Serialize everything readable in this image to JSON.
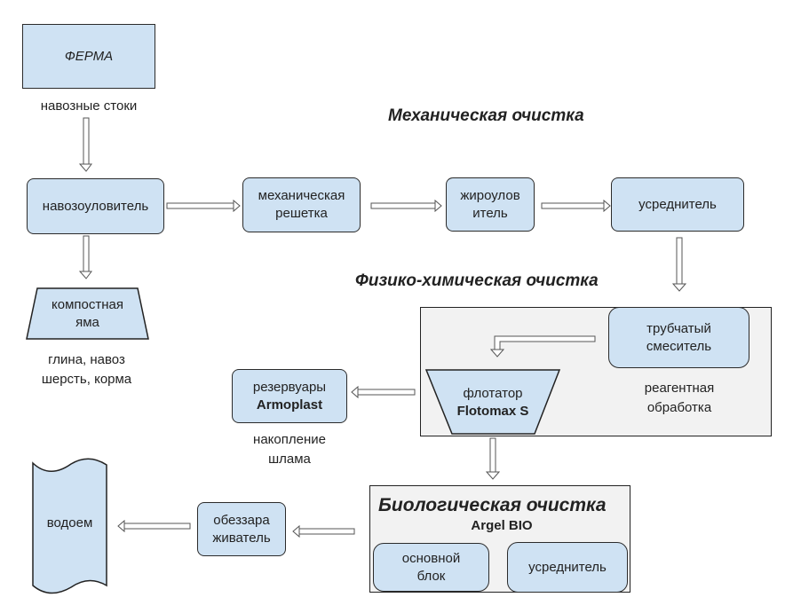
{
  "diagram": {
    "farm": "ФЕРМА",
    "farm_out": "навозные стоки",
    "manure_trap": "навозоуловитель",
    "compost_pit": [
      "компостная",
      "яма"
    ],
    "compost_note": [
      "глина, навоз",
      "шерсть, корма"
    ],
    "mechanical_heading": "Механическая очистка",
    "mech_screen": [
      "механическая",
      "решетка"
    ],
    "grease_trap": [
      "жироулов",
      "итель"
    ],
    "equalizer1": "усреднитель",
    "physchem_heading": "Физико-химическая очистка",
    "tube_mixer": [
      "трубчатый",
      "смеситель"
    ],
    "reagent": [
      "реагентная",
      "обработка"
    ],
    "flotator": "флотатор",
    "flotator_brand": "Flotomax S",
    "tanks": "резервуары",
    "tanks_brand": "Armoplast",
    "sludge": [
      "накопление",
      "шлама"
    ],
    "bio_heading": "Биологическая очистка",
    "bio_brand": "Argel BIO",
    "main_block": [
      "основной",
      "блок"
    ],
    "equalizer2": "усреднитель",
    "disinfector": [
      "обеззара",
      "живатель"
    ],
    "water_body": "водоем"
  }
}
